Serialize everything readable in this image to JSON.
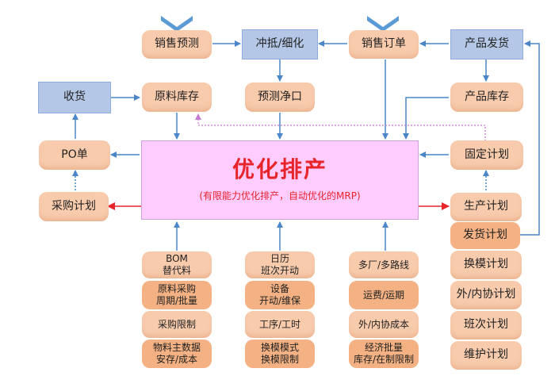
{
  "colors": {
    "peach": "#f8cbad",
    "peach_dark": "#f4b183",
    "blue": "#b4c7e7",
    "center": "#ffccff",
    "arrow": "#4a86c8",
    "red": "#e8242b",
    "chevron": "#5b9bd5"
  },
  "top_row": {
    "sales_forecast": "销售预测",
    "offset_refine": "冲抵/细化",
    "sales_order": "销售订单",
    "product_shipment": "产品发货"
  },
  "second_row": {
    "receiving": "收货",
    "raw_stock": "原料库存",
    "forecast_net": "预测净口",
    "product_stock": "产品库存"
  },
  "left": {
    "po": "PO单",
    "purchase_plan": "采购计划"
  },
  "center": {
    "title": "优化排产",
    "subtitle": "(有限能力优化排产，自动优化的MRP)"
  },
  "right": {
    "fixed_plan": "固定计划",
    "production_plan": "生产计划",
    "shipping_plan": "发货计划",
    "changeover_plan": "换模计划",
    "outsourcing_plan": "外/内协计划",
    "shift_plan": "班次计划",
    "maintenance_plan": "维护计划"
  },
  "col1": [
    {
      "l1": "BOM",
      "l2": "替代料"
    },
    {
      "l1": "原料采购",
      "l2": "周期/批量"
    },
    {
      "l1": "采购限制",
      "l2": ""
    },
    {
      "l1": "物料主数据",
      "l2": "安存/成本"
    }
  ],
  "col2": [
    {
      "l1": "日历",
      "l2": "班次开动"
    },
    {
      "l1": "设备",
      "l2": "开动/维保"
    },
    {
      "l1": "工序/工时",
      "l2": ""
    },
    {
      "l1": "换模模式",
      "l2": "换模限制"
    }
  ],
  "col3": [
    {
      "l1": "多厂/多路线",
      "l2": ""
    },
    {
      "l1": "运费/运期",
      "l2": ""
    },
    {
      "l1": "外/内协成本",
      "l2": ""
    },
    {
      "l1": "经济批量",
      "l2": "库存/在制限制"
    }
  ]
}
